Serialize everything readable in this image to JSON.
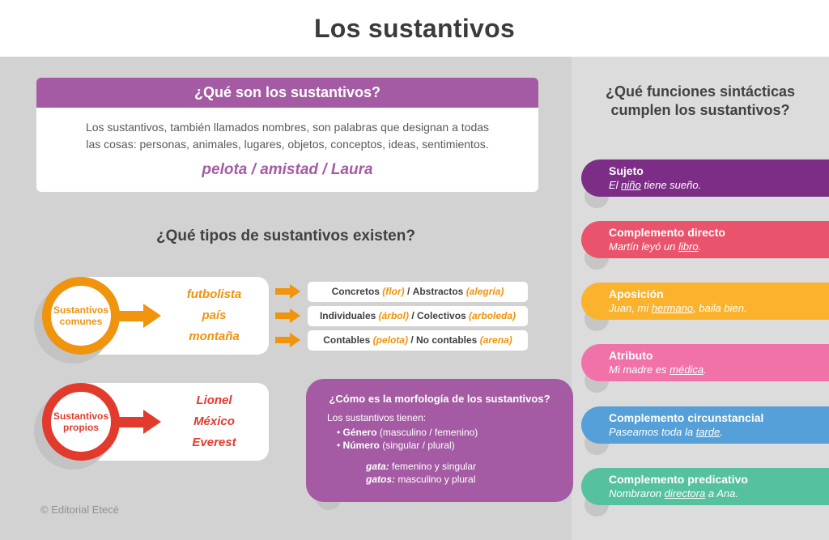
{
  "title": "Los sustantivos",
  "footer": "© Editorial Etecé",
  "colors": {
    "purple": "#a55ba4",
    "heading_text": "#414042",
    "shadow": "#c3c3c4",
    "background_left": "#d2d2d2",
    "background_right": "#dcdcdd"
  },
  "definition": {
    "header": "¿Qué son los sustantivos?",
    "body_lines": [
      "Los sustantivos, también llamados nombres, son palabras que designan a todas",
      "las cosas: personas, animales, lugares, objetos, conceptos, ideas, sentimientos."
    ],
    "examples": "pelota / amistad / Laura"
  },
  "types": {
    "heading": "¿Qué tipos de sustantivos existen?",
    "separator": "/",
    "comunes": {
      "label_lines": [
        "Sustantivos",
        "comunes"
      ],
      "words": [
        "futbolista",
        "país",
        "montaña"
      ],
      "color": "#f0930d"
    },
    "propios": {
      "label_lines": [
        "Sustantivos",
        "propios"
      ],
      "words": [
        "Lionel",
        "México",
        "Everest"
      ],
      "color": "#e23b2e"
    },
    "rows": [
      {
        "name_a": "Concretos",
        "ex_a": "(flor)",
        "name_b": "Abstractos",
        "ex_b": "(alegría)"
      },
      {
        "name_a": "Individuales",
        "ex_a": "(árbol)",
        "name_b": "Colectivos",
        "ex_b": "(arboleda)"
      },
      {
        "name_a": "Contables",
        "ex_a": "(pelota)",
        "name_b": "No contables",
        "ex_b": "(arena)"
      }
    ]
  },
  "morphology": {
    "title": "¿Cómo es la morfología de los sustantivos?",
    "intro": "Los sustantivos tienen:",
    "color": "#a55ba4",
    "bullets": [
      {
        "term": "Género",
        "rest": "(masculino / femenino)"
      },
      {
        "term": "Número",
        "rest": "(singular / plural)"
      }
    ],
    "examples": [
      {
        "term": "gata:",
        "rest": "femenino y singular"
      },
      {
        "term": "gatos:",
        "rest": "masculino y plural"
      }
    ]
  },
  "functions": {
    "heading_lines": [
      "¿Qué funciones sintácticas",
      "cumplen los sustantivos?"
    ],
    "items": [
      {
        "title": "Sujeto",
        "pre": "El ",
        "underlined": "niño",
        "post": " tiene sueño.",
        "color": "#7c2e87"
      },
      {
        "title": "Complemento directo",
        "pre": "Martín leyó un ",
        "underlined": "libro",
        "post": ".",
        "color": "#e9546c"
      },
      {
        "title": "Aposición",
        "pre": "Juan, mi ",
        "underlined": "hermano",
        "post": ", baila bien.",
        "color": "#fbb32e"
      },
      {
        "title": "Atributo",
        "pre": "Mi madre es ",
        "underlined": "médica",
        "post": ".",
        "color": "#f172a9"
      },
      {
        "title": "Complemento circunstancial",
        "pre": "Paseamos toda la ",
        "underlined": "tarde",
        "post": ".",
        "color": "#55a0d8"
      },
      {
        "title": "Complemento predicativo",
        "pre": "Nombraron ",
        "underlined": "directora",
        "post": " a Ana.",
        "color": "#56c19f"
      }
    ]
  }
}
